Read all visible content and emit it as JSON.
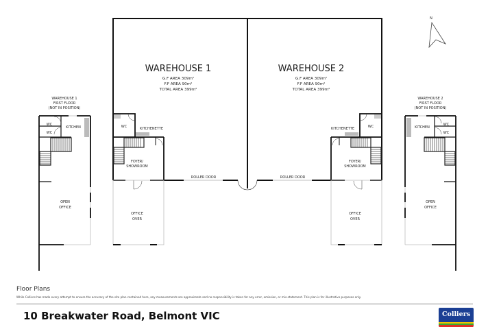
{
  "compass": {
    "label": "N"
  },
  "warehouse_1": {
    "title": "WAREHOUSE 1",
    "gf_area": "G.F AREA 309m²",
    "ff_area": "F.F AREA 90m²",
    "total_area": "TOTAL AREA 399m²",
    "rooms": {
      "wc": "WC",
      "kitchenette": "KITCHENETTE",
      "foyer_line1": "FOYER/",
      "foyer_line2": "SHOWROOM",
      "office_line1": "OFFICE",
      "office_line2": "OVER",
      "roller_door": "ROLLER DOOR"
    }
  },
  "warehouse_2": {
    "title": "WAREHOUSE 2",
    "gf_area": "G.F AREA 309m²",
    "ff_area": "F.F AREA 90m²",
    "total_area": "TOTAL AREA 399m²",
    "rooms": {
      "wc": "WC",
      "kitchenette": "KITCHENETTE",
      "foyer_line1": "FOYER/",
      "foyer_line2": "SHOWROOM",
      "office_line1": "OFFICE",
      "office_line2": "OVER",
      "roller_door": "ROLLER DOOR"
    }
  },
  "warehouse_1_first_floor": {
    "title_line1": "WAREHOUSE 1",
    "title_line2": "FIRST FLOOR",
    "title_line3": "(NOT IN POSITION)",
    "rooms": {
      "wc_1": "WC",
      "wc_2": "WC",
      "kitchen": "KITCHEN",
      "open_line1": "OPEN",
      "open_line2": "OFFICE"
    }
  },
  "warehouse_2_first_floor": {
    "title_line1": "WAREHOUSE 2",
    "title_line2": "FIRST FLOOR",
    "title_line3": "(NOT IN POSITION)",
    "rooms": {
      "wc_1": "WC",
      "wc_2": "WC",
      "kitchen": "KITCHEN",
      "open_line1": "OPEN",
      "open_line2": "OFFICE"
    }
  },
  "footer": {
    "section_title": "Floor Plans",
    "disclaimer": "While Colliers has made every attempt to ensure the accuracy of the site plan contained here, any measurements are approximate and no responsibility is taken for any error, omission, or mis-statement. This plan is for illustrative purposes only.",
    "address": "10 Breakwater Road, Belmont VIC",
    "logo_text": "Colliers",
    "logo_colors": {
      "background": "#1b3f94",
      "stripe_yellow": "#f2c200",
      "stripe_green": "#3aa935",
      "stripe_red": "#e03127"
    }
  }
}
